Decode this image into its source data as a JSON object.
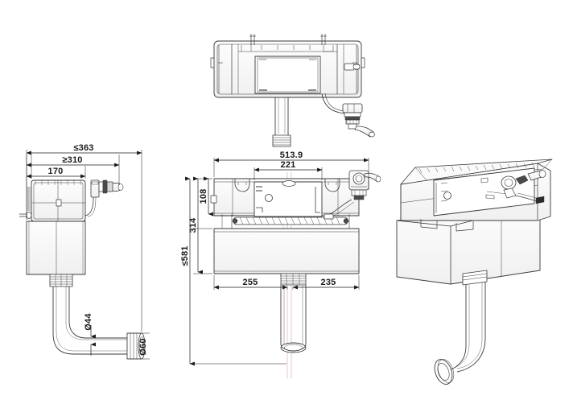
{
  "drawing": {
    "title": "Concealed Cistern Technical Drawing",
    "background_color": "#ffffff",
    "line_color": "#3a3a3a",
    "dim_text_color": "#1a1a1a",
    "centerline_color": "#e8b4bc",
    "shade_color": "#f2f2f2"
  },
  "views": {
    "top": {
      "name": "top-plan-view"
    },
    "side": {
      "name": "left-side-elevation"
    },
    "front": {
      "name": "front-elevation"
    },
    "iso": {
      "name": "isometric-view"
    }
  },
  "dimensions": {
    "side": {
      "overall_width": "≤363",
      "body_width": "≥310",
      "inner_width": "170",
      "outlet_pipe_dia": "Ø44",
      "outlet_end_dia": "Ø60"
    },
    "front": {
      "overall_width": "513.9",
      "inner_width": "221",
      "top_height": "108",
      "mid_height": "314",
      "overall_height": "≤581",
      "left_offset": "255",
      "right_offset": "235"
    }
  }
}
